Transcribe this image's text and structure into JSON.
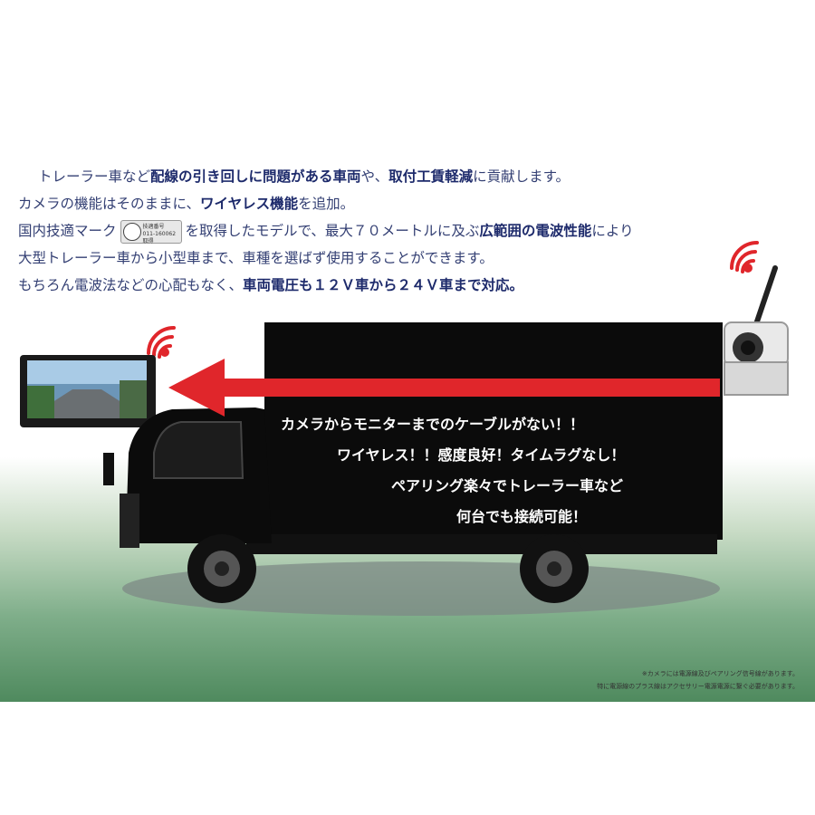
{
  "copy": {
    "line1": [
      {
        "text": "トレーラー車など",
        "bold": false
      },
      {
        "text": "配線の引き回しに問題がある車両",
        "bold": true
      },
      {
        "text": "や、",
        "bold": false
      },
      {
        "text": "取付工賃軽減",
        "bold": true
      },
      {
        "text": "に貢献します。",
        "bold": false
      }
    ],
    "line2": [
      {
        "text": "カメラの機能はそのままに、",
        "bold": false
      },
      {
        "text": "ワイヤレス機能",
        "bold": true
      },
      {
        "text": "を追加。",
        "bold": false
      }
    ],
    "line3_before": "国内技適マーク",
    "line3_after": [
      {
        "text": "を取得したモデルで、最大７０メートルに及ぶ",
        "bold": false
      },
      {
        "text": "広範囲の電波性能",
        "bold": true
      },
      {
        "text": "により",
        "bold": false
      }
    ],
    "line4": [
      {
        "text": "大型トレーラー車から小型車まで、車種を選ばず使用することができます。",
        "bold": false
      }
    ],
    "line5": [
      {
        "text": "もちろん電波法などの心配もなく、",
        "bold": false
      },
      {
        "text": "車両電圧も１２Ｖ車から２４Ｖ車まで対応。",
        "bold": true
      }
    ]
  },
  "mark": {
    "line1": "技適番号",
    "line2": "011-160062",
    "line3": "取得"
  },
  "callout": {
    "line1": "カメラからモニターまでのケーブルがない！！",
    "line2": "ワイヤレス！！感度良好！タイムラグなし！",
    "line3": "ペアリング楽々でトレーラー車など",
    "line4": "何台でも接続可能！"
  },
  "note": {
    "line1": "※カメラには電源線及びペアリング信号線があります。",
    "line2": "特に電源線のプラス線はアクセサリー電源電源に繋ぐ必要があります。"
  },
  "icons": [
    "wifi-signal-icon",
    "camera",
    "monitor",
    "arrow-left"
  ],
  "colors": {
    "text": "#333f73",
    "bold_text": "#1d2a6b",
    "arrow": "#e0262b",
    "signal": "#e0262b",
    "truck": "#0b0b0b",
    "callout_text": "#ffffff",
    "ground": "#4f8a5e"
  }
}
